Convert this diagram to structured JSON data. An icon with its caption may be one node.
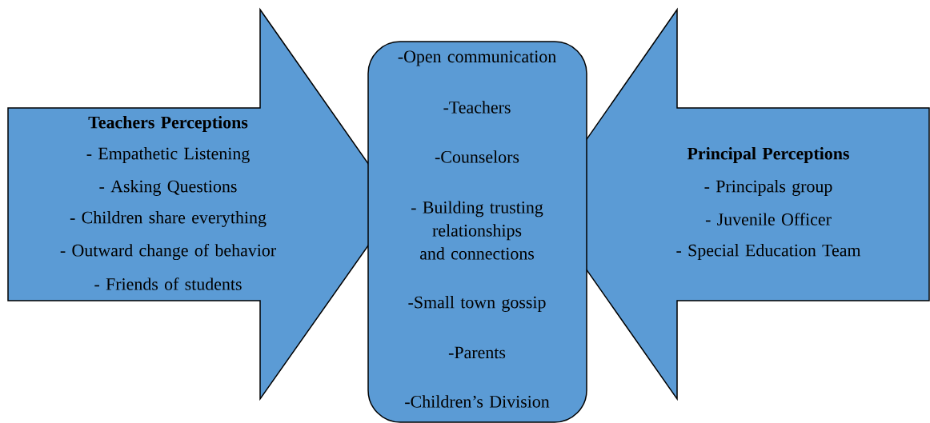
{
  "diagram": {
    "nodes": [
      {
        "text": [
          "Teachers Perceptions",
          "- Empathetic Listening",
          "- Asking Questions",
          "- Children share everything",
          "- Outward change of behavior",
          "- Friends of students"
        ]
      },
      {
        "text": [
          "-Open communication",
          "-Teachers",
          "-Counselors",
          "- Building trusting relationships and connections",
          "-Small town gossip",
          "-Parents",
          "-Children’s Division"
        ]
      },
      {
        "text": [
          "Principal Perceptions",
          "- Principals group",
          "- Juvenile Officer",
          "- Special Education Team"
        ]
      }
    ]
  }
}
